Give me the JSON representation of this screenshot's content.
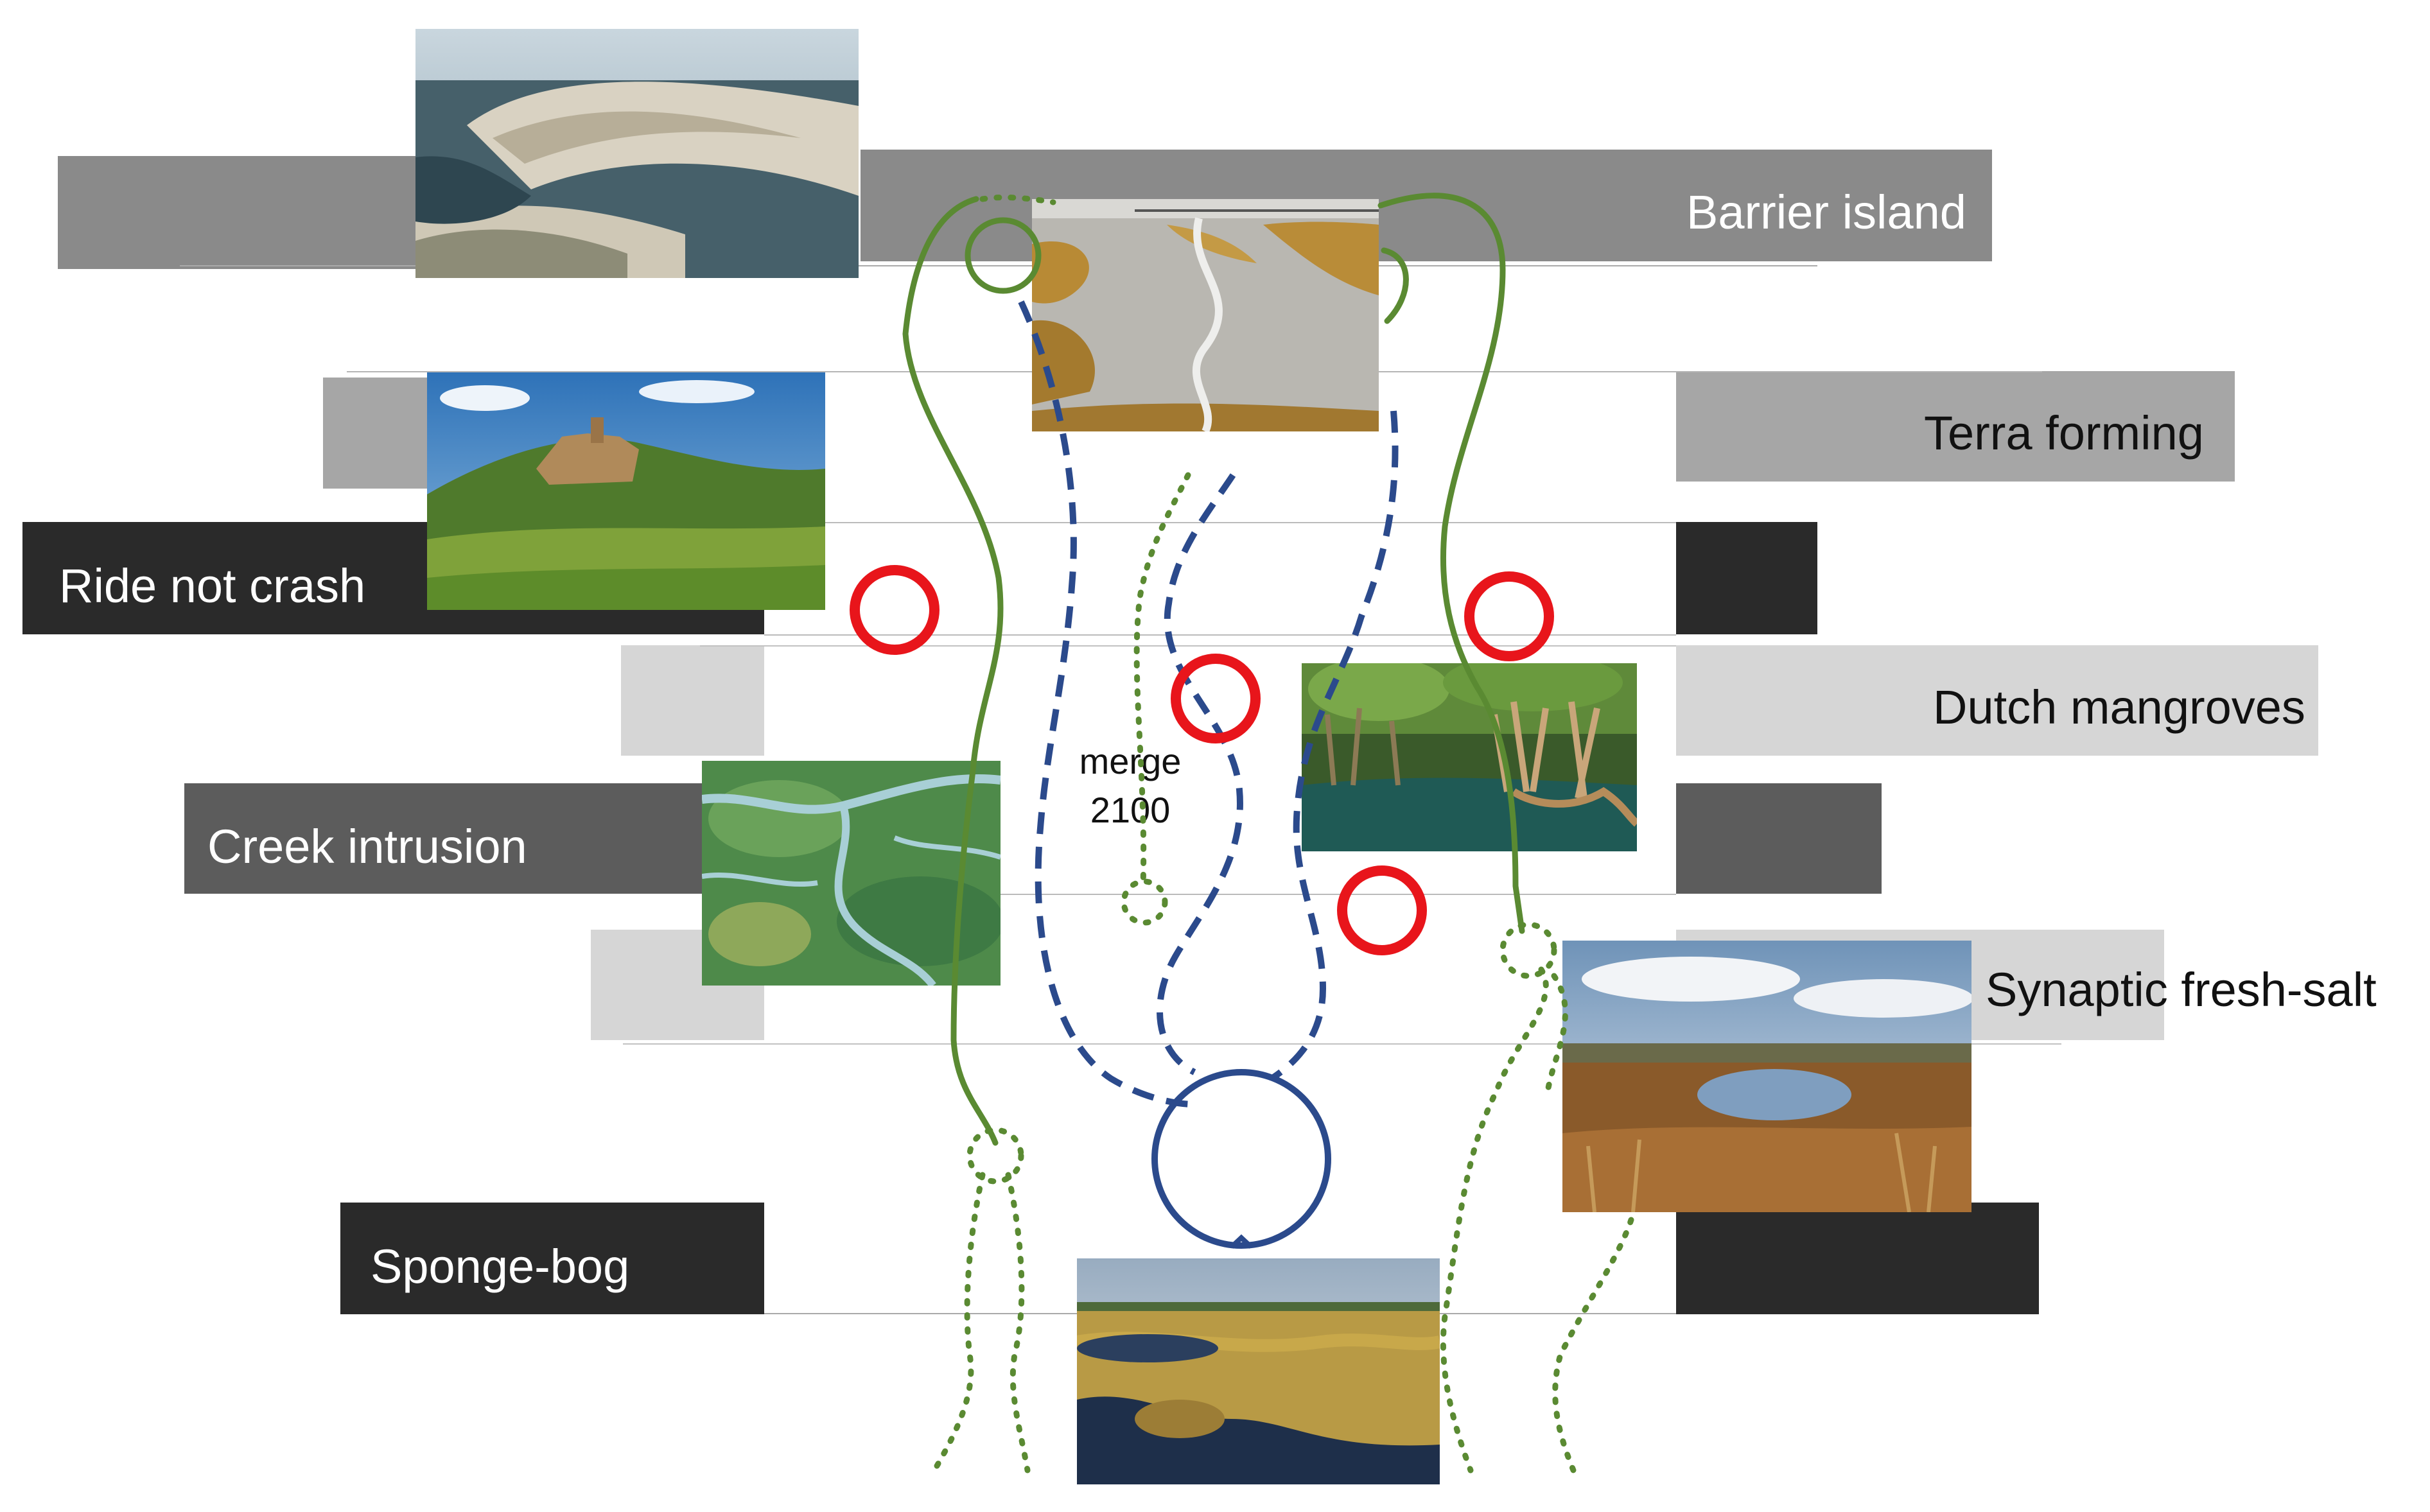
{
  "diagram": {
    "pathways": [
      {
        "id": "barrier",
        "label": "Barrier island"
      },
      {
        "id": "terra",
        "label": "Terra forming"
      },
      {
        "id": "ride",
        "label": "Ride not crash"
      },
      {
        "id": "mangroves",
        "label": "Dutch mangroves"
      },
      {
        "id": "creek",
        "label": "Creek intrusion"
      },
      {
        "id": "synaptic",
        "label": "Synaptic fresh-salt"
      },
      {
        "id": "bog",
        "label": "Sponge-bog"
      }
    ],
    "merge_note": {
      "word": "merge",
      "year": "2100"
    },
    "photos": [
      {
        "name": "barrier-island-aerial-photo",
        "scene": "aerial coast with sand spit"
      },
      {
        "name": "salt-marsh-mudflat-photo",
        "scene": "tidal mudflat with marsh grass"
      },
      {
        "name": "hilltop-town-photo",
        "scene": "hill town over green fields"
      },
      {
        "name": "mangrove-forest-photo",
        "scene": "mangrove roots over water"
      },
      {
        "name": "creek-network-aerial-photo",
        "scene": "aerial creeks through green marsh"
      },
      {
        "name": "moorland-pool-photo",
        "scene": "pool in brown moorland"
      },
      {
        "name": "raised-bog-photo",
        "scene": "bog pools and heath"
      }
    ],
    "colors": {
      "green_line": "#5a8a32",
      "blue_line": "#2b4a8c",
      "red_circle": "#e8151b",
      "band_dark": "#2a2a2a",
      "band_mid": "#5c5c5c",
      "band_gray": "#8a8a8a",
      "band_light": "#a6a6a6",
      "band_pale": "#d6d6d6"
    }
  }
}
